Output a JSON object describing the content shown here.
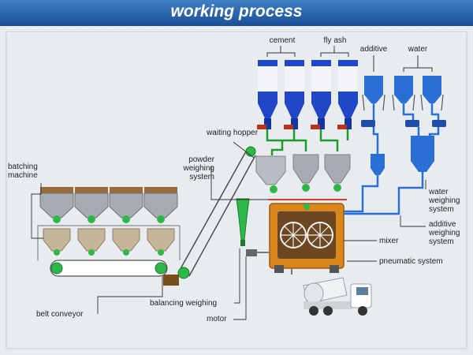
{
  "header": {
    "title": "working process"
  },
  "labels": {
    "cement": "cement",
    "fly_ash": "fly ash",
    "additive": "additive",
    "water": "water",
    "waiting_hopper": "waiting hopper",
    "powder_weighing_system": "powder\nweighing\nsystem",
    "batching_machine": "batching\nmachine",
    "water_weighing_system": "water\nweighing\nsystem",
    "additive_weighing_system": "additive\nweighing\nsystem",
    "mixer": "mixer",
    "pneumatic_system": "pneumatic system",
    "balancing_weighing": "balancing weighing",
    "belt_conveyor": "belt conveyor",
    "motor": "motor"
  },
  "colors": {
    "header": "#1b4f98",
    "silo_blue": "#2147c8",
    "silo_white": "#f2f4f8",
    "pipe_green": "#1f9a2c",
    "pipe_blue": "#2a6fd6",
    "hopper_gray": "#a7aab0",
    "mixer_orange": "#d9861c",
    "balancing_green": "#2fb84a",
    "background": "#e9ecef"
  }
}
